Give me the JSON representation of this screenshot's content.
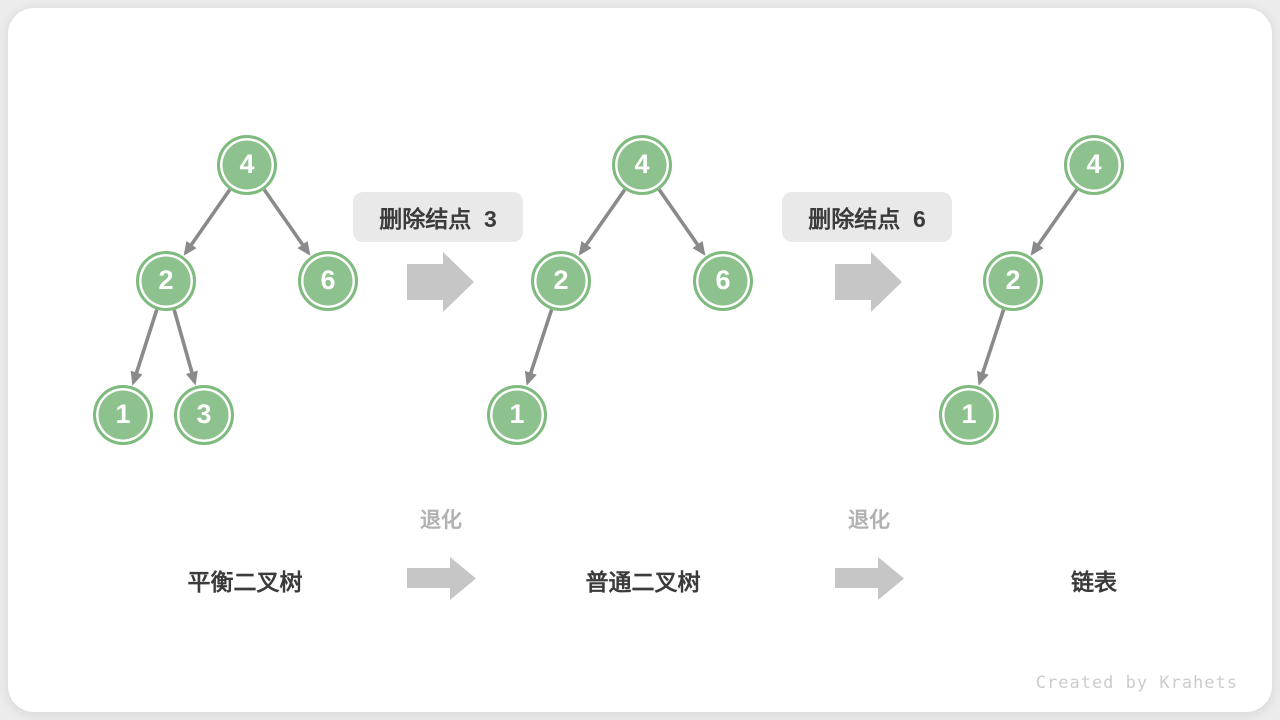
{
  "diagram": {
    "stages": [
      {
        "name": "平衡二叉树",
        "nodes": [
          "4",
          "2",
          "6",
          "1",
          "3"
        ]
      },
      {
        "name": "普通二叉树",
        "nodes": [
          "4",
          "2",
          "6",
          "1"
        ]
      },
      {
        "name": "链表",
        "nodes": [
          "4",
          "2",
          "1"
        ]
      }
    ],
    "operations": [
      {
        "label": "删除结点  3"
      },
      {
        "label": "删除结点  6"
      }
    ],
    "degenerate_label": "退化",
    "watermark": "Created by Krahets"
  },
  "colors": {
    "page_bg": "#ececec",
    "card_bg": "#ffffff",
    "node_fill": "#8dc18d",
    "node_border": "#7fba7f",
    "edge": "#8a8a8a",
    "badge_bg": "#e9e9e9",
    "dark_text": "#3b3b3b",
    "muted_text": "#b1b1b1",
    "block_arrow": "#c6c6c6",
    "watermark": "#cccccc"
  }
}
